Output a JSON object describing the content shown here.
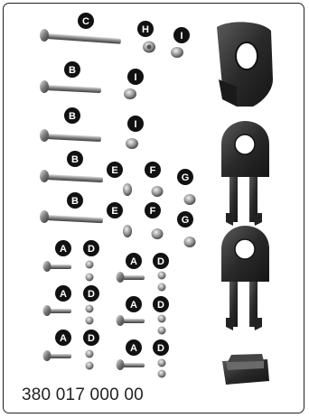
{
  "part_number": "380 017 000 00",
  "callout_letters": {
    "bolt_long": "C",
    "bolt_medium": "B",
    "bolt_short": "A",
    "nut_small": "D",
    "washer_e": "E",
    "nut_f": "F",
    "nut_g": "G",
    "nut_h": "H",
    "nut_i": "I"
  },
  "colors": {
    "border": "#222222",
    "callout_fill": "#111111",
    "callout_text": "#ffffff",
    "metal_dark": "#4a4a4a",
    "metal_light": "#cfcfcf",
    "plastic": "#2e2e2e"
  }
}
